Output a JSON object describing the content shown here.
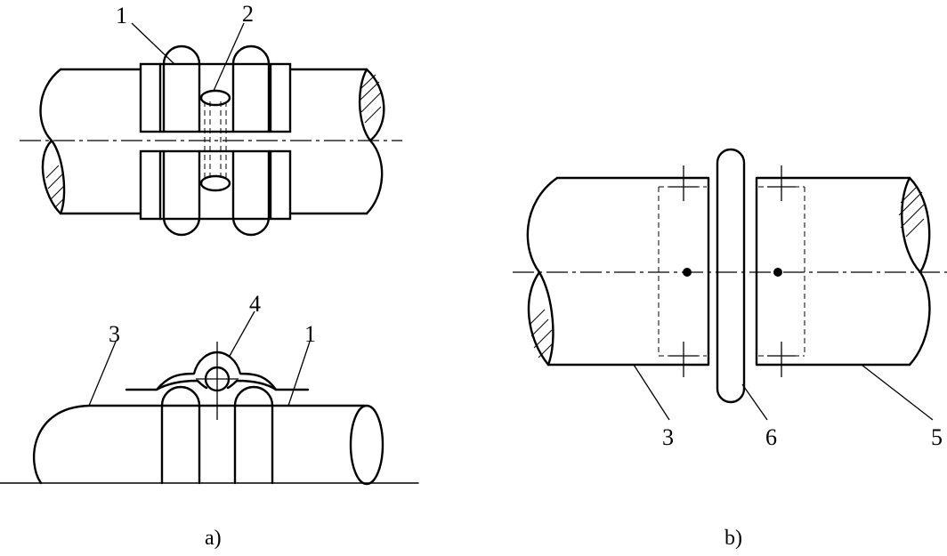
{
  "figure": {
    "panels": [
      {
        "id": "a",
        "caption": "a)"
      },
      {
        "id": "b",
        "caption": "b)"
      }
    ],
    "labels": {
      "a_top_1": "1",
      "a_top_2": "2",
      "a_bottom_3": "3",
      "a_bottom_4": "4",
      "a_bottom_1": "1",
      "b_3": "3",
      "b_6": "6",
      "b_5": "5"
    }
  }
}
